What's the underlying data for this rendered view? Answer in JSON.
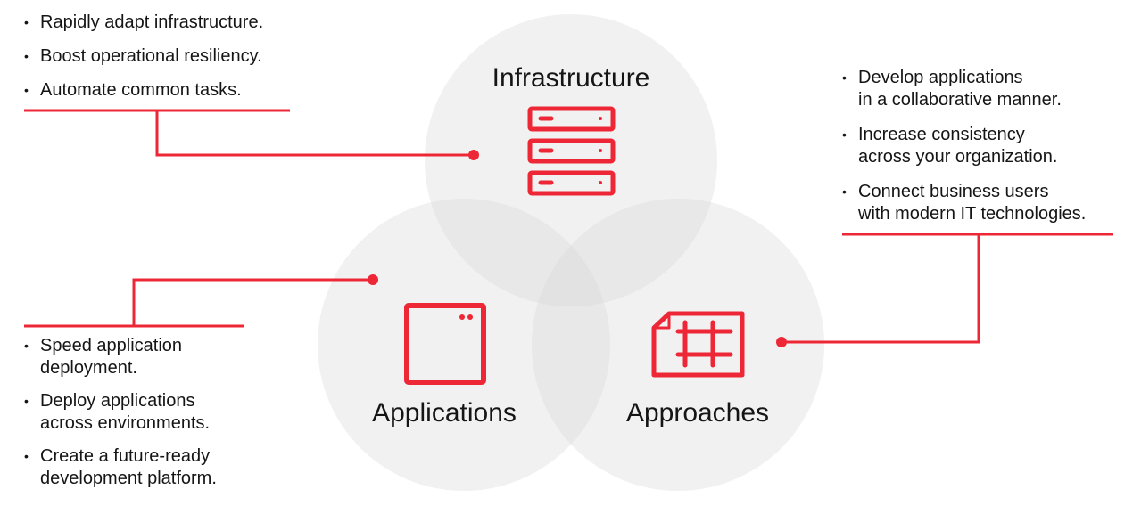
{
  "diagram": {
    "type": "venn",
    "accent_color": "#ee2737",
    "circle_color": "#f0f0f0",
    "sets": [
      {
        "id": "infrastructure",
        "label": "Infrastructure",
        "icon": "server-rack-icon",
        "benefits": [
          [
            "Rapidly adapt infrastructure."
          ],
          [
            "Boost operational resiliency."
          ],
          [
            "Automate common tasks."
          ]
        ]
      },
      {
        "id": "applications",
        "label": "Applications",
        "icon": "application-window-icon",
        "benefits": [
          [
            "Speed application",
            "deployment."
          ],
          [
            "Deploy applications",
            "across environments."
          ],
          [
            "Create a future-ready",
            "development platform."
          ]
        ]
      },
      {
        "id": "approaches",
        "label": "Approaches",
        "icon": "blueprint-grid-icon",
        "benefits": [
          [
            "Develop applications",
            "in a collaborative manner."
          ],
          [
            "Increase consistency",
            "across your organization."
          ],
          [
            "Connect business users",
            "with modern IT technologies."
          ]
        ]
      }
    ]
  }
}
